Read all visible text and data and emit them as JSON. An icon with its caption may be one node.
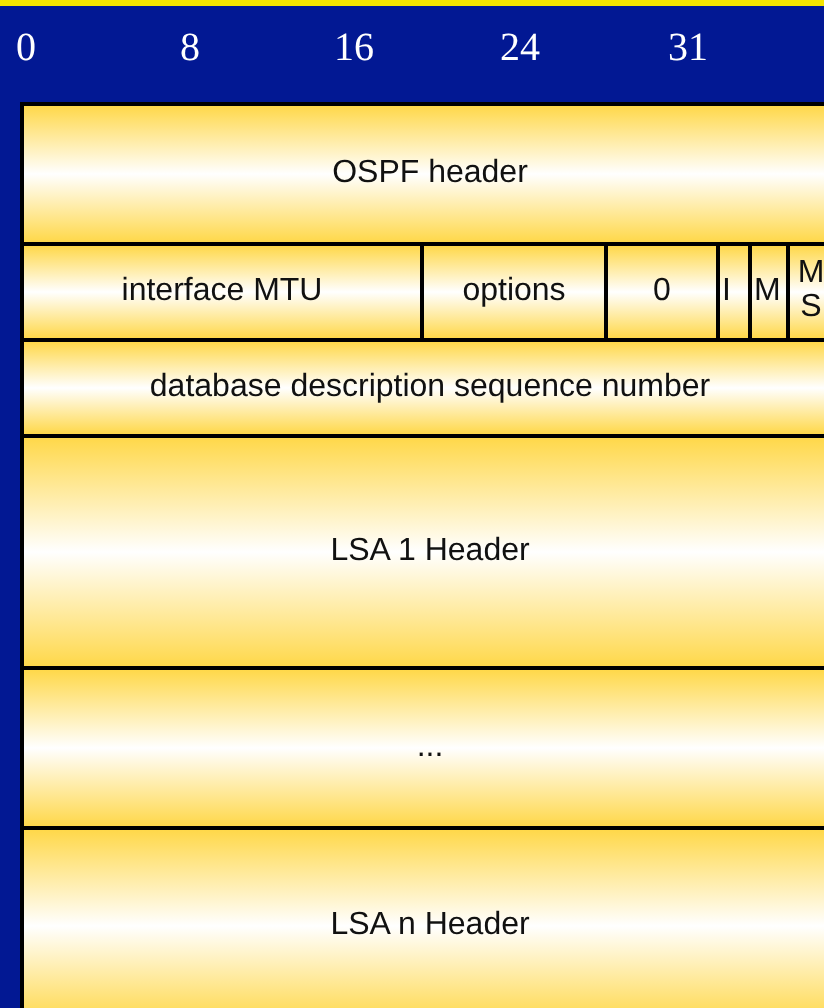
{
  "diagram": {
    "nodes": [
      {
        "text": [
          "OSPF header"
        ]
      },
      {
        "text": [
          "interface MTU"
        ]
      },
      {
        "text": [
          "options"
        ]
      },
      {
        "text": [
          "0"
        ]
      },
      {
        "text": [
          "I"
        ]
      },
      {
        "text": [
          "M"
        ]
      },
      {
        "text": [
          "M S"
        ]
      },
      {
        "text": [
          "database description sequence number"
        ]
      },
      {
        "text": [
          "LSA 1 Header"
        ]
      },
      {
        "text": [
          "..."
        ]
      },
      {
        "text": [
          "LSA n Header"
        ]
      }
    ],
    "labels": [
      "0",
      "8",
      "16",
      "24",
      "31"
    ]
  }
}
